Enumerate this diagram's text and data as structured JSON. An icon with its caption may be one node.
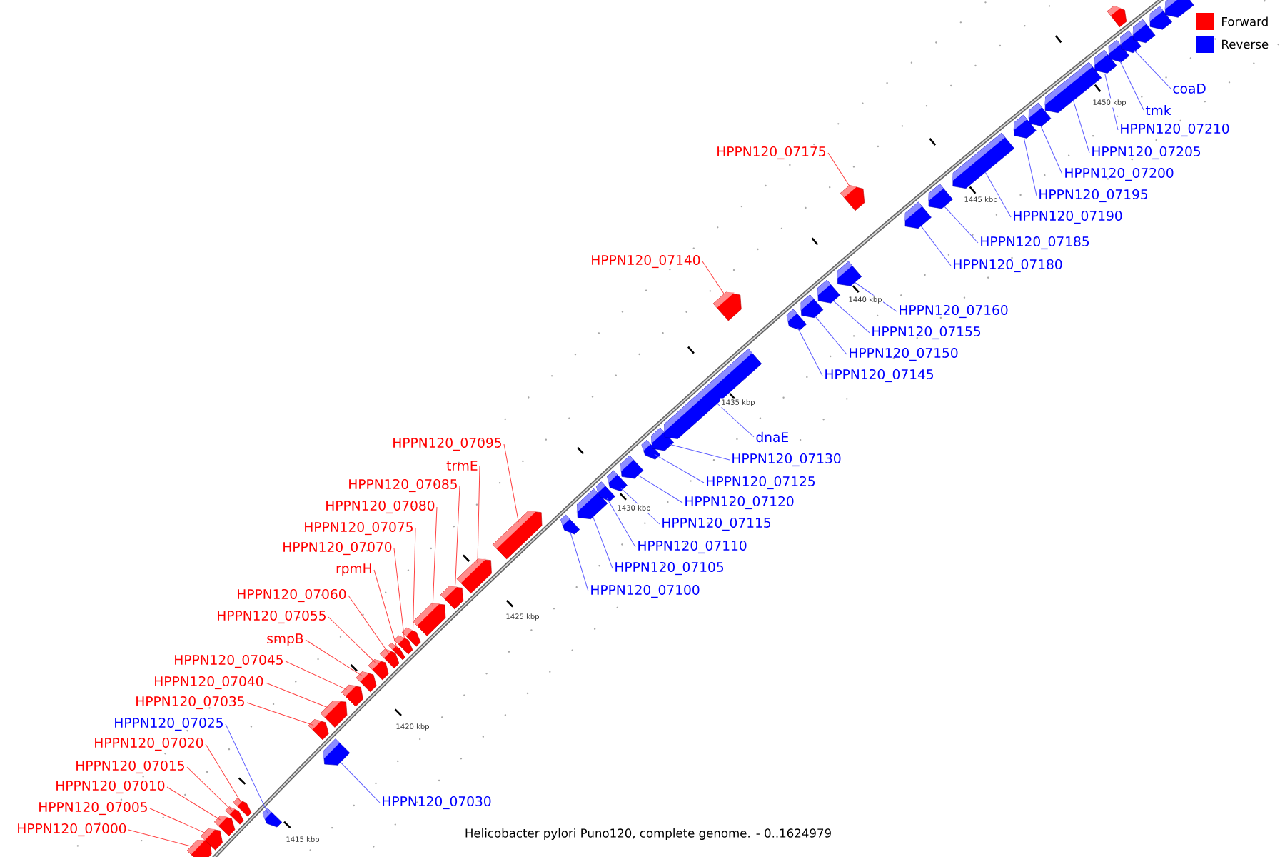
{
  "diagram": {
    "caption": "Helicobacter pylori Puno120, complete genome. - 0..1624979",
    "nodes": [
      {
        "text": [
          "HPPN120_07000"
        ]
      },
      {
        "text": [
          "HPPN120_07005"
        ]
      },
      {
        "text": [
          "HPPN120_07010"
        ]
      },
      {
        "text": [
          "HPPN120_07015"
        ]
      },
      {
        "text": [
          "HPPN120_07020"
        ]
      },
      {
        "text": [
          "HPPN120_07025"
        ]
      },
      {
        "text": [
          "HPPN120_07030"
        ]
      },
      {
        "text": [
          "HPPN120_07035"
        ]
      },
      {
        "text": [
          "HPPN120_07040"
        ]
      },
      {
        "text": [
          "HPPN120_07045"
        ]
      },
      {
        "text": [
          "smpB"
        ]
      },
      {
        "text": [
          "HPPN120_07055"
        ]
      },
      {
        "text": [
          "HPPN120_07060"
        ]
      },
      {
        "text": [
          "rpmH"
        ]
      },
      {
        "text": [
          "HPPN120_07070"
        ]
      },
      {
        "text": [
          "HPPN120_07075"
        ]
      },
      {
        "text": [
          "HPPN120_07080"
        ]
      },
      {
        "text": [
          "HPPN120_07085"
        ]
      },
      {
        "text": [
          "trmE"
        ]
      },
      {
        "text": [
          "HPPN120_07095"
        ]
      },
      {
        "text": [
          "HPPN120_07100"
        ]
      },
      {
        "text": [
          "HPPN120_07105"
        ]
      },
      {
        "text": [
          "HPPN120_07110"
        ]
      },
      {
        "text": [
          "HPPN120_07115"
        ]
      },
      {
        "text": [
          "HPPN120_07120"
        ]
      },
      {
        "text": [
          "HPPN120_07125"
        ]
      },
      {
        "text": [
          "HPPN120_07130"
        ]
      },
      {
        "text": [
          "dnaE"
        ]
      },
      {
        "text": [
          "HPPN120_07140"
        ]
      },
      {
        "text": [
          "HPPN120_07145"
        ]
      },
      {
        "text": [
          "HPPN120_07150"
        ]
      },
      {
        "text": [
          "HPPN120_07155"
        ]
      },
      {
        "text": [
          "HPPN120_07160"
        ]
      },
      {
        "text": [
          "HPPN120_07175"
        ]
      },
      {
        "text": [
          "HPPN120_07180"
        ]
      },
      {
        "text": [
          "HPPN120_07185"
        ]
      },
      {
        "text": [
          "HPPN120_07190"
        ]
      },
      {
        "text": [
          "HPPN120_07195"
        ]
      },
      {
        "text": [
          "HPPN120_07200"
        ]
      },
      {
        "text": [
          "HPPN120_07205"
        ]
      },
      {
        "text": [
          "HPPN120_07210"
        ]
      },
      {
        "text": [
          "tmk"
        ]
      },
      {
        "text": [
          "coaD"
        ]
      },
      {
        "text": [],
        "shape": "box"
      },
      {
        "text": [],
        "shape": "box"
      },
      {
        "text": [],
        "shape": "box"
      },
      {
        "text": [],
        "shape": "box"
      },
      {
        "text": [],
        "shape": "box"
      },
      {
        "text": [],
        "shape": "box"
      },
      {
        "text": [],
        "shape": "box"
      },
      {
        "text": [],
        "shape": "box"
      },
      {
        "text": [],
        "shape": "box"
      },
      {
        "text": [],
        "shape": "box"
      },
      {
        "text": [],
        "shape": "box"
      },
      {
        "text": [],
        "shape": "box"
      },
      {
        "text": [],
        "shape": "box"
      },
      {
        "text": [],
        "shape": "box"
      },
      {
        "text": [],
        "shape": "box"
      },
      {
        "text": [],
        "shape": "box"
      },
      {
        "text": [],
        "shape": "box"
      },
      {
        "text": [],
        "shape": "box"
      },
      {
        "text": [],
        "shape": "box"
      },
      {
        "text": [],
        "shape": "box"
      },
      {
        "text": [],
        "shape": "box"
      },
      {
        "text": [],
        "shape": "box"
      },
      {
        "text": [],
        "shape": "box"
      },
      {
        "text": [],
        "shape": "box"
      },
      {
        "text": [],
        "shape": "box"
      },
      {
        "text": [],
        "shape": "box"
      },
      {
        "text": [],
        "shape": "box"
      },
      {
        "text": [],
        "shape": "box"
      },
      {
        "text": [],
        "shape": "box"
      },
      {
        "text": [],
        "shape": "box"
      },
      {
        "text": [],
        "shape": "box"
      },
      {
        "text": [],
        "shape": "box"
      },
      {
        "text": [],
        "shape": "box"
      },
      {
        "text": [],
        "shape": "box"
      },
      {
        "text": [],
        "shape": "box"
      },
      {
        "text": [],
        "shape": "box"
      },
      {
        "text": [],
        "shape": "box"
      },
      {
        "text": [],
        "shape": "box"
      },
      {
        "text": [],
        "shape": "box"
      },
      {
        "text": [],
        "shape": "box"
      },
      {
        "text": [],
        "shape": "box"
      },
      {
        "text": [],
        "shape": "box"
      },
      {
        "text": [],
        "shape": "box"
      },
      {
        "text": [],
        "shape": "box"
      },
      {
        "text": [],
        "shape": "box"
      },
      {
        "text": [],
        "shape": "box"
      },
      {
        "text": [],
        "shape": "box"
      }
    ],
    "edges": [
      {
        "from": 0,
        "to": 43,
        "arrow": "none",
        "color": "#ff4040"
      },
      {
        "from": 1,
        "to": 44,
        "arrow": "none",
        "color": "#ff4040"
      },
      {
        "from": 2,
        "to": 45,
        "arrow": "none",
        "color": "#ff4040"
      },
      {
        "from": 3,
        "to": 46,
        "arrow": "none",
        "color": "#ff4040"
      },
      {
        "from": 4,
        "to": 47,
        "arrow": "none",
        "color": "#ff4040"
      },
      {
        "from": 5,
        "to": 48,
        "arrow": "none"
      },
      {
        "from": 6,
        "to": 51,
        "arrow": "none"
      },
      {
        "from": 7,
        "to": 49,
        "arrow": "none",
        "color": "#ff4040"
      },
      {
        "from": 8,
        "to": 50,
        "arrow": "none",
        "color": "#ff4040"
      },
      {
        "from": 9,
        "to": 52,
        "arrow": "none",
        "color": "#ff4040"
      },
      {
        "from": 10,
        "to": 53,
        "arrow": "none",
        "color": "#ff4040"
      },
      {
        "from": 11,
        "to": 54,
        "arrow": "none",
        "color": "#ff4040"
      },
      {
        "from": 12,
        "to": 55,
        "arrow": "none",
        "color": "#ff4040"
      },
      {
        "from": 13,
        "to": 56,
        "arrow": "none",
        "color": "#ff4040"
      },
      {
        "from": 14,
        "to": 57,
        "arrow": "none",
        "color": "#ff4040"
      },
      {
        "from": 15,
        "to": 58,
        "arrow": "none",
        "color": "#ff4040"
      },
      {
        "from": 16,
        "to": 59,
        "arrow": "none",
        "color": "#ff4040"
      },
      {
        "from": 17,
        "to": 60,
        "arrow": "none",
        "color": "#ff4040"
      },
      {
        "from": 18,
        "to": 61,
        "arrow": "none",
        "color": "#ff4040"
      },
      {
        "from": 19,
        "to": 62,
        "arrow": "none",
        "color": "#ff4040"
      },
      {
        "from": 20,
        "to": 63,
        "arrow": "none"
      },
      {
        "from": 21,
        "to": 64,
        "arrow": "none"
      },
      {
        "from": 22,
        "to": 65,
        "arrow": "none"
      },
      {
        "from": 23,
        "to": 66,
        "arrow": "none"
      },
      {
        "from": 24,
        "to": 67,
        "arrow": "none"
      },
      {
        "from": 25,
        "to": 68,
        "arrow": "none"
      },
      {
        "from": 26,
        "to": 69,
        "arrow": "none"
      },
      {
        "from": 27,
        "to": 70,
        "arrow": "none"
      },
      {
        "from": 28,
        "to": 71,
        "arrow": "none",
        "color": "#ff4040"
      },
      {
        "from": 29,
        "to": 72,
        "arrow": "none"
      },
      {
        "from": 30,
        "to": 73,
        "arrow": "none"
      },
      {
        "from": 31,
        "to": 74,
        "arrow": "none"
      },
      {
        "from": 32,
        "to": 75,
        "arrow": "none"
      },
      {
        "from": 33,
        "to": 76,
        "arrow": "none",
        "color": "#ff4040"
      },
      {
        "from": 34,
        "to": 77,
        "arrow": "none"
      },
      {
        "from": 35,
        "to": 78,
        "arrow": "none"
      },
      {
        "from": 36,
        "to": 79,
        "arrow": "none"
      },
      {
        "from": 37,
        "to": 80,
        "arrow": "none"
      },
      {
        "from": 38,
        "to": 81,
        "arrow": "none"
      },
      {
        "from": 39,
        "to": 82,
        "arrow": "none"
      },
      {
        "from": 40,
        "to": 83,
        "arrow": "none"
      },
      {
        "from": 41,
        "to": 84,
        "arrow": "none"
      },
      {
        "from": 42,
        "to": 86,
        "arrow": "none"
      }
    ],
    "labels": [
      "1415 kbp",
      "1420 kbp",
      "1425 kbp",
      "1430 kbp",
      "1435 kbp",
      "1440 kbp",
      "1445 kbp",
      "1450 kbp"
    ],
    "legend": [
      {
        "text": "Forward",
        "color": "#ff0000"
      },
      {
        "text": "Reverse",
        "color": "#0000ff"
      }
    ]
  }
}
